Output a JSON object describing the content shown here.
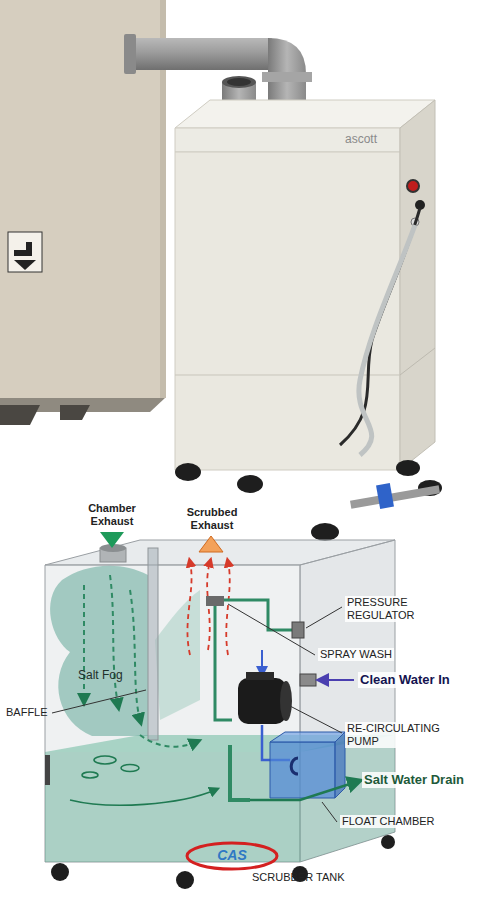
{
  "diagram": {
    "labels": [
      "ascott",
      "Chamber Exhaust",
      "Scrubbed Exhaust",
      "PRESSURE REGULATOR",
      "SPRAY WASH",
      "Clean Water In",
      "Salt Fog",
      "BAFFLE",
      "RE-CIRCULATING PUMP",
      "Salt Water Drain",
      "FLOAT CHAMBER",
      "CAS",
      "SCRUBBER TANK"
    ]
  }
}
